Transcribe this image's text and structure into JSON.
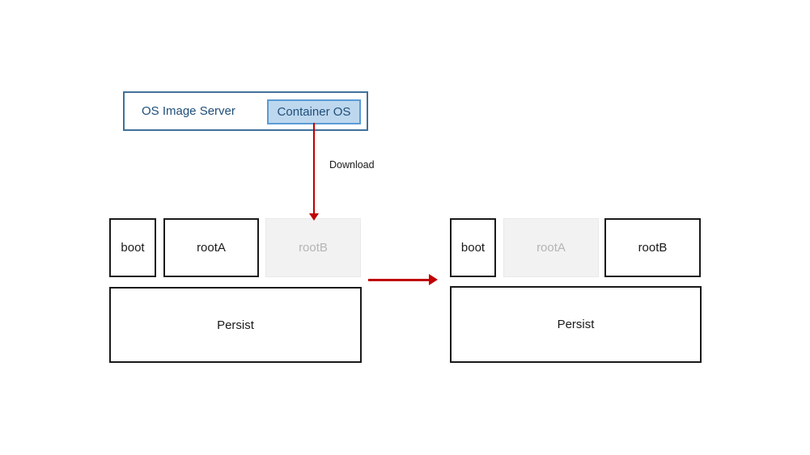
{
  "colors": {
    "server_border": "#41719c",
    "server_text": "#1f4e79",
    "chip_fill": "#bdd7ee",
    "chip_border": "#5b9bd5",
    "arrow_red": "#c00000",
    "partition_border": "#1a1a1a",
    "inactive_fill": "#f2f2f2",
    "inactive_text": "#b5b5b5"
  },
  "server": {
    "label": "OS Image Server",
    "chip_label": "Container OS"
  },
  "download_arrow": {
    "label": "Download"
  },
  "disks": [
    {
      "side": "left",
      "partitions": [
        {
          "label": "boot",
          "state": "active"
        },
        {
          "label": "rootA",
          "state": "active"
        },
        {
          "label": "rootB",
          "state": "inactive"
        }
      ],
      "persist_label": "Persist"
    },
    {
      "side": "right",
      "partitions": [
        {
          "label": "boot",
          "state": "active"
        },
        {
          "label": "rootA",
          "state": "inactive"
        },
        {
          "label": "rootB",
          "state": "active"
        }
      ],
      "persist_label": "Persist"
    }
  ]
}
